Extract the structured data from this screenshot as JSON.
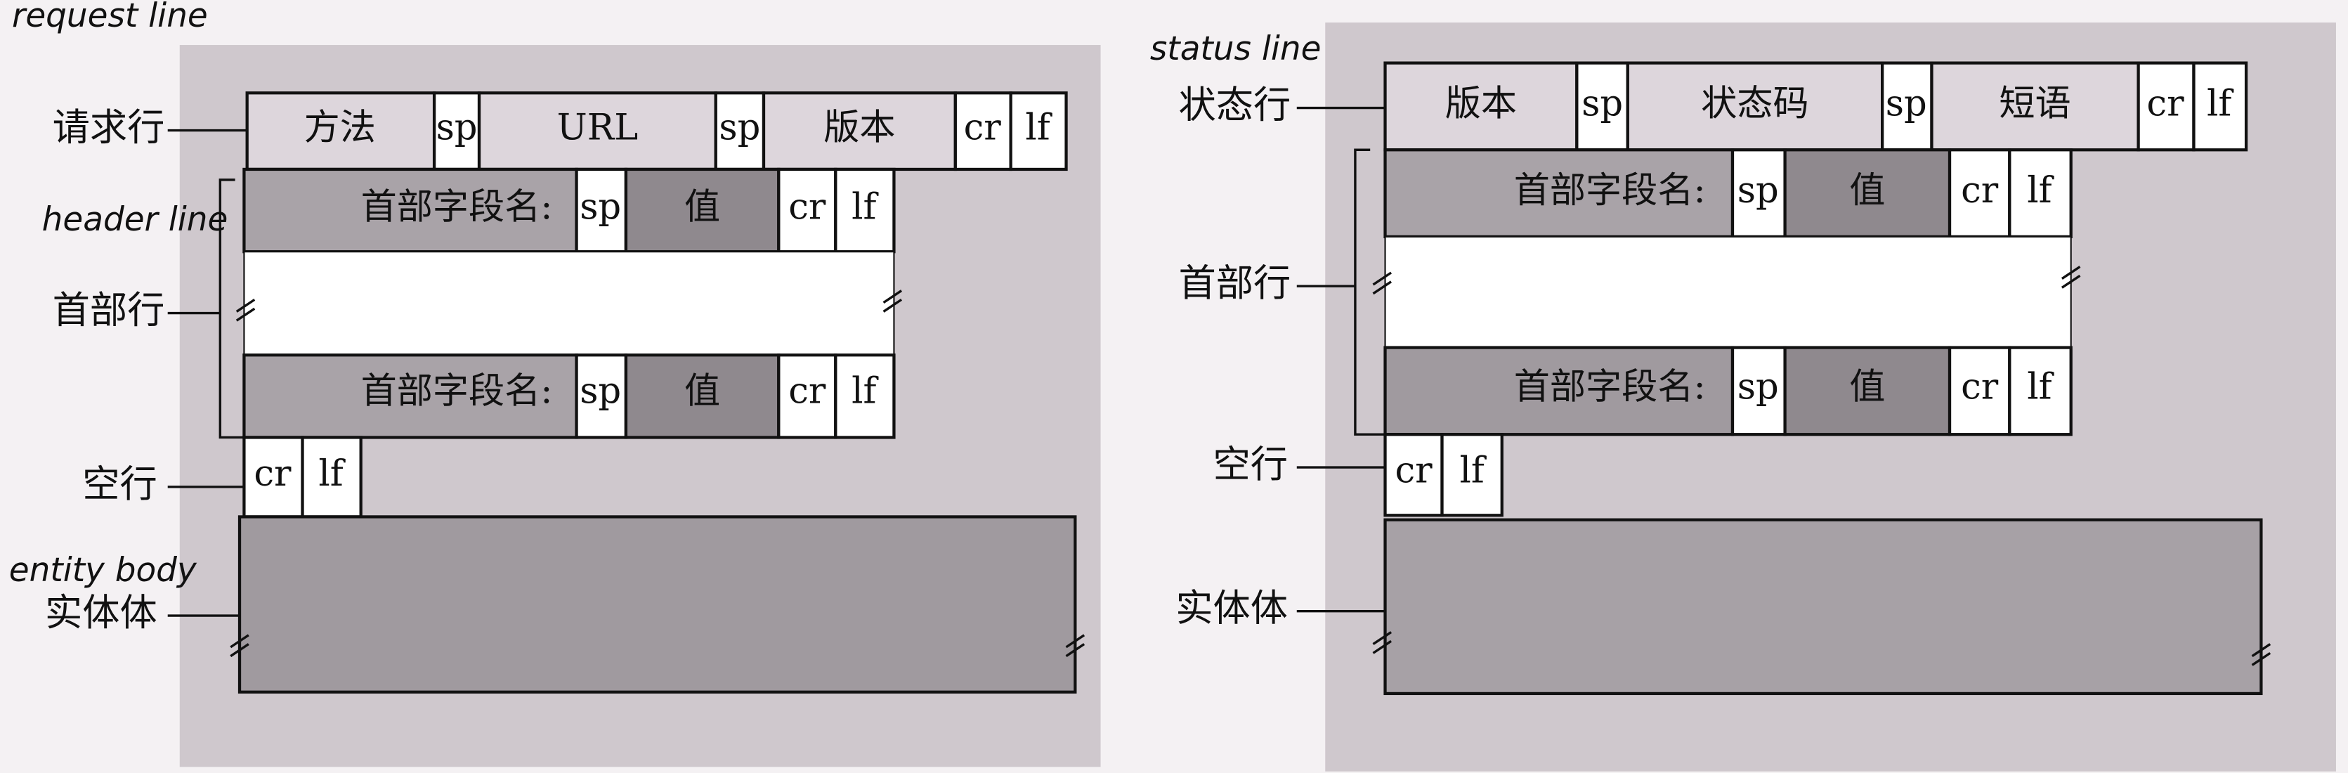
{
  "request": {
    "annotations": {
      "request_line": "request line",
      "header_line": "header line",
      "entity_body": "entity body"
    },
    "labels": {
      "request_line": "请求行",
      "header_lines": "首部行",
      "blank_line": "空行",
      "entity_body": "实体体"
    },
    "request_line_cells": {
      "method": "方法",
      "sp1": "sp",
      "url": "URL",
      "sp2": "sp",
      "version": "版本",
      "cr": "cr",
      "lf": "lf"
    },
    "header_cells": {
      "name": "首部字段名:",
      "sp": "sp",
      "value": "值",
      "cr": "cr",
      "lf": "lf"
    },
    "blank_cells": {
      "cr": "cr",
      "lf": "lf"
    }
  },
  "response": {
    "annotations": {
      "status_line": "status line"
    },
    "labels": {
      "status_line": "状态行",
      "header_lines": "首部行",
      "blank_line": "空行",
      "entity_body": "实体体"
    },
    "status_line_cells": {
      "version": "版本",
      "sp1": "sp",
      "status_code": "状态码",
      "sp2": "sp",
      "phrase": "短语",
      "cr": "cr",
      "lf": "lf"
    },
    "header_cells": {
      "name": "首部字段名:",
      "sp": "sp",
      "value": "值",
      "cr": "cr",
      "lf": "lf"
    },
    "blank_cells": {
      "cr": "cr",
      "lf": "lf"
    }
  },
  "colors": {
    "light": "#ddd6dc",
    "mid": "#a9a3a8",
    "dark": "#8f898e",
    "white": "#ffffff",
    "bg": "#cfc8cd"
  }
}
